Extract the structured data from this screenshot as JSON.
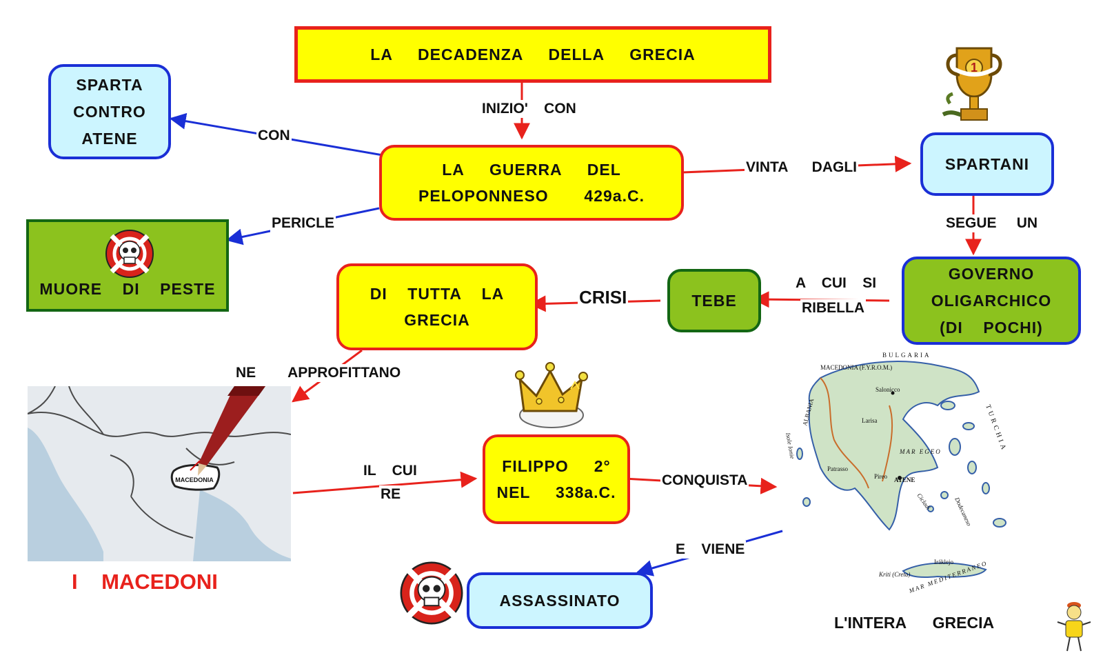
{
  "title": "LA     DECADENZA     DELLA     GRECIA",
  "nodes": {
    "sparta_atene": "SPARTA\nCONTRO\nATENE",
    "guerra": "LA     GUERRA     DEL\nPELOPONNESO       429a.C.",
    "spartani": "SPARTANI",
    "muore": "MUORE    DI    PESTE",
    "governo": "GOVERNO\nOLIGARCHICO\n(DI    POCHI)",
    "tebe": "TEBE",
    "crisi_grecia": "DI    TUTTA    LA\nGRECIA",
    "filippo": "FILIPPO     2°\nNEL     338a.C.",
    "assassinato": "ASSASSINATO"
  },
  "labels": {
    "inizio_con": "INIZIO'    CON",
    "con": "CON",
    "vinta_dagli": "VINTA      DAGLI",
    "pericle": "PERICLE",
    "segue_un": "SEGUE     UN",
    "a_cui_si": "A    CUI    SI",
    "ribella": "RIBELLA",
    "crisi": "CRISI",
    "ne_approfittano": "NE        APPROFITTANO",
    "il_cui": "IL    CUI",
    "re": "RE",
    "conquista": "CONQUISTA",
    "e_viene": "E    VIENE"
  },
  "captions": {
    "macedoni": "I    MACEDONI",
    "intera_grecia": "L'INTERA      GRECIA"
  },
  "map_left": {
    "region_label": "MACEDONIA"
  },
  "map_right": {
    "countries": [
      "MACEDONIA (F.Y.R.O.M.)",
      "BULGARIA",
      "TURCHIA",
      "ALBANIA"
    ],
    "places": [
      "Salonicco",
      "Larisa",
      "Patrasso",
      "Pireo",
      "ATENE",
      "Iráklejo",
      "Kriti (Creta)"
    ],
    "seas": [
      "MAR EGEO",
      "Isole Ionie",
      "Cicladi",
      "Dodecaneso",
      "MAR MEDITERRANEO"
    ]
  },
  "icons": [
    "trophy-icon",
    "skull-crossbones-icon",
    "crown-icon",
    "mascot-icon"
  ],
  "colors": {
    "yellow_fill": "#ffff00",
    "red_border": "#e8221c",
    "cyan_fill": "#ccf5ff",
    "blue_border": "#1a2fd6",
    "green_fill": "#8cc21e",
    "red_arrow": "#e8221c",
    "blue_arrow": "#1a2fd6"
  }
}
